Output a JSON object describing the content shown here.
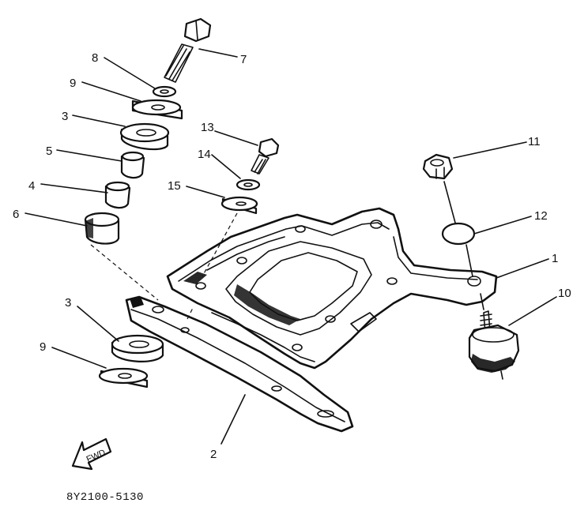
{
  "diagram": {
    "part_code": "8Y2100-5130",
    "fwd_label": "FWD",
    "callouts": [
      {
        "id": "c1",
        "label": "1"
      },
      {
        "id": "c2",
        "label": "2"
      },
      {
        "id": "c3a",
        "label": "3"
      },
      {
        "id": "c3b",
        "label": "3"
      },
      {
        "id": "c4",
        "label": "4"
      },
      {
        "id": "c5",
        "label": "5"
      },
      {
        "id": "c6",
        "label": "6"
      },
      {
        "id": "c7",
        "label": "7"
      },
      {
        "id": "c8",
        "label": "8"
      },
      {
        "id": "c9a",
        "label": "9"
      },
      {
        "id": "c9b",
        "label": "9"
      },
      {
        "id": "c10",
        "label": "10"
      },
      {
        "id": "c11",
        "label": "11"
      },
      {
        "id": "c12",
        "label": "12"
      },
      {
        "id": "c13",
        "label": "13"
      },
      {
        "id": "c14",
        "label": "14"
      },
      {
        "id": "c15",
        "label": "15"
      }
    ]
  }
}
